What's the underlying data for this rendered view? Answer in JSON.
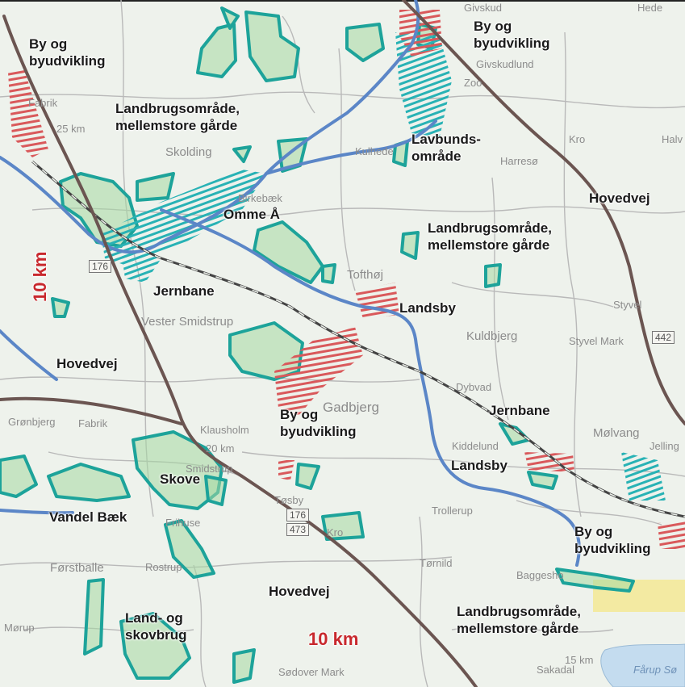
{
  "colors": {
    "background": "#eef2ec",
    "grid_road": "#b9b9b9",
    "main_road": "#6b5551",
    "river": "#5b86c7",
    "railway": "#444444",
    "forest_outline": "#1da39a",
    "forest_fill": "#a6d9a2",
    "urban_hatch": "#d9595b",
    "lowland_hatch": "#28b2b5",
    "scale_text": "#c8282d"
  },
  "labels": {
    "by_nw": "By og\nbyudvikling",
    "by_ne": "By og\nbyudvikling",
    "landbrug_nw": "Landbrugsområde,\nmellemstore gårde",
    "lavbund": "Lavbunds-\nområde",
    "hovedvej_e": "Hovedvej",
    "omme_aa": "Omme Å",
    "landbrug_center": "Landbrugsområde,\nmellemstore gårde",
    "jernbane_w": "Jernbane",
    "landsby_1": "Landsby",
    "hovedvej_w": "Hovedvej",
    "by_center": "By og\nbyudvikling",
    "jernbane_e": "Jernbane",
    "landsby_2": "Landsby",
    "skove": "Skove",
    "vandel_baek": "Vandel Bæk",
    "by_se": "By og\nbyudvikling",
    "hovedvej_s": "Hovedvej",
    "land_skov": "Land- og\nskovbrug",
    "landbrug_se": "Landbrugsområde,\nmellemstore gårde",
    "scale_bottom": "10 km",
    "scale_left": "10 km"
  },
  "basemap": {
    "places": [
      "Givskud",
      "Hede",
      "Givskudlund",
      "Zoo",
      "Fabrik",
      "25 km",
      "Skolding",
      "Kulhede",
      "Harresø",
      "Kro",
      "Birkebæk",
      "Tofthøj",
      "Vester Smidstrup",
      "Kuldbjerg",
      "Styvel Mark",
      "Gadbjerg",
      "Dybvad",
      "Grønbjerg",
      "Fabrik",
      "Klausholm",
      "20 km",
      "Kiddelund",
      "Mølvang",
      "Jelling",
      "Smidstrup",
      "Frihuse",
      "Tøsby",
      "Trollerup",
      "Førstballe",
      "Rostrup",
      "Tørnild",
      "Baggesho",
      "Mørup",
      "Sødover Mark",
      "Fårup Sø",
      "15 km",
      "Halv",
      "Styvel",
      "Kro",
      "Sakadal"
    ],
    "road_numbers": [
      "176",
      "176",
      "473",
      "442"
    ]
  }
}
